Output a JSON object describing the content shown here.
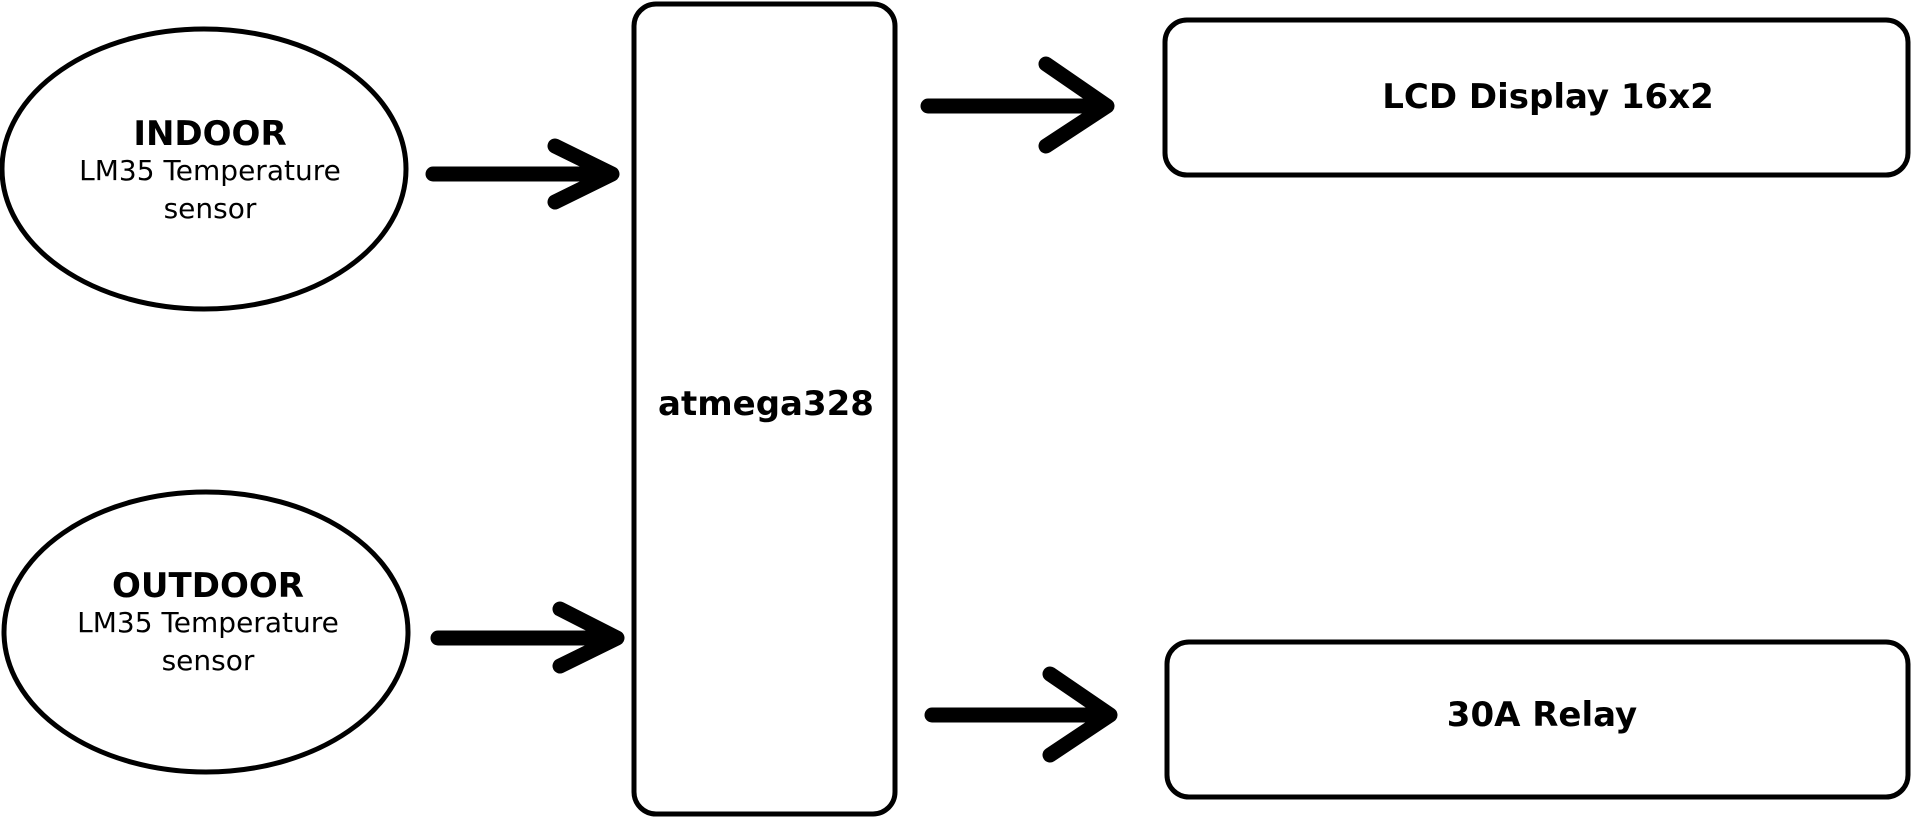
{
  "nodes": {
    "indoor": {
      "title": "INDOOR",
      "line1": "LM35 Temperature",
      "line2": "sensor"
    },
    "outdoor": {
      "title": "OUTDOOR",
      "line1": "LM35 Temperature",
      "line2": "sensor"
    },
    "mcu": {
      "label": "atmega328"
    },
    "lcd": {
      "label": "LCD Display 16x2"
    },
    "relay": {
      "label": "30A Relay"
    }
  },
  "edges": [
    {
      "from": "INDOOR",
      "to": "atmega328"
    },
    {
      "from": "OUTDOOR",
      "to": "atmega328"
    },
    {
      "from": "atmega328",
      "to": "LCD Display 16x2"
    },
    {
      "from": "atmega328",
      "to": "30A Relay"
    }
  ]
}
